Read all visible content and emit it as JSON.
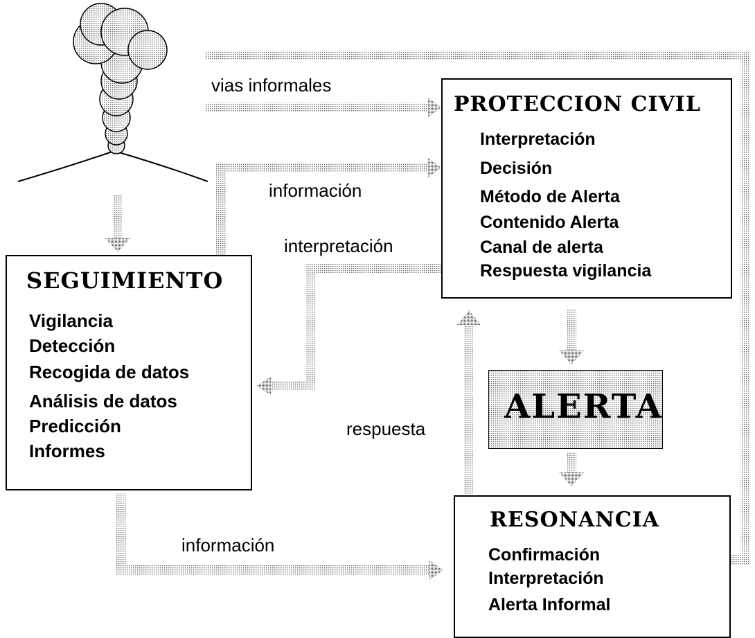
{
  "labels": {
    "vias_informales": "vias informales",
    "informacion_top": "información",
    "interpretacion": "interpretación",
    "respuesta": "respuesta",
    "informacion_bottom": "información"
  },
  "seguimiento": {
    "title": "SEGUIMIENTO",
    "items": [
      "Vigilancia",
      "Detección",
      "Recogida de datos",
      "Análisis de datos",
      "Predicción",
      "Informes"
    ]
  },
  "proteccion_civil": {
    "title": "PROTECCION CIVIL",
    "items": [
      "Interpretación",
      "Decisión",
      "Método de Alerta",
      "Contenido Alerta",
      "Canal de alerta",
      "Respuesta vigilancia"
    ]
  },
  "alerta": {
    "title": "ALERTA"
  },
  "resonancia": {
    "title": "RESONANCIA",
    "items": [
      "Confirmación",
      "Interpretación",
      "Alerta Informal"
    ]
  },
  "colors": {
    "stroke": "#000000",
    "dots": "#7a7a7a",
    "background": "#ffffff"
  }
}
